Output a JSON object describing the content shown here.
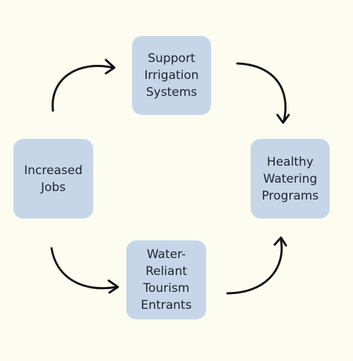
{
  "diagram": {
    "nodes": [
      {
        "id": "support",
        "label": "Support\nIrrigation\nSystems"
      },
      {
        "id": "healthy",
        "label": "Healthy\nWatering\nPrograms"
      },
      {
        "id": "water",
        "label": "Water-\nReliant\nTourism\nEntrants"
      },
      {
        "id": "jobs",
        "label": "Increased\nJobs"
      }
    ],
    "edges": [
      {
        "from": "jobs",
        "to": "support"
      },
      {
        "from": "support",
        "to": "healthy"
      },
      {
        "from": "water",
        "to": "healthy"
      },
      {
        "from": "jobs",
        "to": "water"
      }
    ],
    "colors": {
      "background": "#fdfcf1",
      "node_fill": "#c6d6e8",
      "text": "#1c2430",
      "arrow": "#111111"
    }
  }
}
